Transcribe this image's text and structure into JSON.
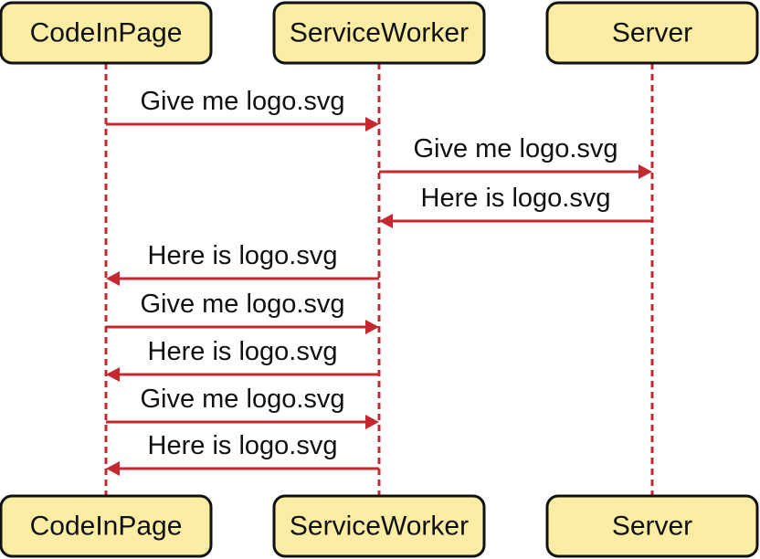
{
  "actors": [
    {
      "id": "page",
      "name": "CodeInPage"
    },
    {
      "id": "sw",
      "name": "ServiceWorker"
    },
    {
      "id": "server",
      "name": "Server"
    }
  ],
  "messages": [
    {
      "from": "page",
      "to": "sw",
      "label": "Give me logo.svg"
    },
    {
      "from": "sw",
      "to": "server",
      "label": "Give me logo.svg"
    },
    {
      "from": "server",
      "to": "sw",
      "label": "Here is logo.svg"
    },
    {
      "from": "sw",
      "to": "page",
      "label": "Here is logo.svg"
    },
    {
      "from": "page",
      "to": "sw",
      "label": "Give me logo.svg"
    },
    {
      "from": "sw",
      "to": "page",
      "label": "Here is logo.svg"
    },
    {
      "from": "page",
      "to": "sw",
      "label": "Give me logo.svg"
    },
    {
      "from": "sw",
      "to": "page",
      "label": "Here is logo.svg"
    }
  ],
  "colors": {
    "actor_fill": "#fbeea4",
    "actor_border": "#111111",
    "arrow": "#c62830"
  }
}
